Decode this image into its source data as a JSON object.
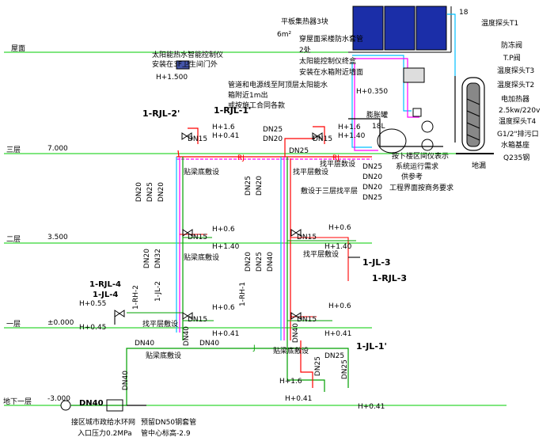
{
  "colors": {
    "floor_line": "#00cc00",
    "cold_water": "#00a000",
    "hot_water": "#ff0000",
    "return_water": "#ff00ff",
    "solar_loop": "#00bfff",
    "panel_fill": "#1b2ea8",
    "label_text": "#000000"
  },
  "floors": [
    {
      "name": "屋面",
      "elev": ""
    },
    {
      "name": "三层",
      "elev": "7.000"
    },
    {
      "name": "二层",
      "elev": "3.500"
    },
    {
      "name": "一层",
      "elev": "±0.000"
    },
    {
      "name": "地下一层",
      "elev": "-3.000"
    }
  ],
  "solar": {
    "collector": "平板集热器3块",
    "area": "6m²",
    "sleeve": "穿屋面采楼防水套管",
    "sleeve_qty": "2处",
    "controller": "太阳能控制仪终盒",
    "controller_note": "安装在水箱附近墙面",
    "sensor_t1": "温度探头T1",
    "anti_freeze": "防冻阀",
    "tp_valve": "T.P阀",
    "sensor_t3": "温度探头T3",
    "sensor_t2": "温度探头T2",
    "electric_heater": "电加热器",
    "heater_power": "2.5kw/220v",
    "sensor_t4": "温度探头T4",
    "drain": "G1/2\"排污口",
    "tank": "水箱基座",
    "tank_steel": "Q235钢",
    "tank_volume": "18L",
    "pressure_vessel": "膨胀罐",
    "floor_drain": "地漏",
    "ground_note1": "按卜楼区间仪表示",
    "ground_note2": "系统运行需求",
    "ground_note3": "供参考",
    "ground_note4": "工程界面按商务要求",
    "display_device": "太阳能热水智能控制仪",
    "display_note": "安装在3F卫生间门外",
    "display_height": "H+1.500",
    "pipe_note1": "管道和电源线至阿顶层太阳能水",
    "pipe_note2": "箱附近1m出",
    "pipe_note3": "或按施工合同各款",
    "h_0350": "H+0.350",
    "deg18": "18"
  },
  "risers": {
    "rjl2": "1-RJL-2'",
    "rjl1": "1-RJL-1'",
    "jl3": "1-JL-3",
    "rjl3": "1-RJL-3",
    "rjl4": "1-RJL-4",
    "jl4": "1-JL-4",
    "jl1": "1-JL-1'",
    "rh1": "1-RH-1",
    "jl2": "1-JL-2",
    "rh2": "1-RH-2"
  },
  "pipes": {
    "dn15": "DN15",
    "dn20": "DN20",
    "dn25": "DN25",
    "dn32": "DN32",
    "dn40": "DN40",
    "rj": "RJ",
    "j": "J"
  },
  "heights": {
    "h16": "H+1.6",
    "h041": "H+0.41",
    "h140": "H+1.40",
    "h06": "H+0.6",
    "h055": "H+0.55",
    "h045": "H+0.45"
  },
  "notes": {
    "bottom_lay": "贴梁底敷设",
    "floor_lay": "找平层敷设",
    "floor_lay2": "找平层数设",
    "raise_note": "敷设于三层找平层",
    "city_water": "接区城市政给水环网",
    "inlet_pressure": "入口压力0.2MPa",
    "sleeve_bottom": "预留DN50钢套管",
    "sleeve_elev": "管中心标高-2.9"
  }
}
